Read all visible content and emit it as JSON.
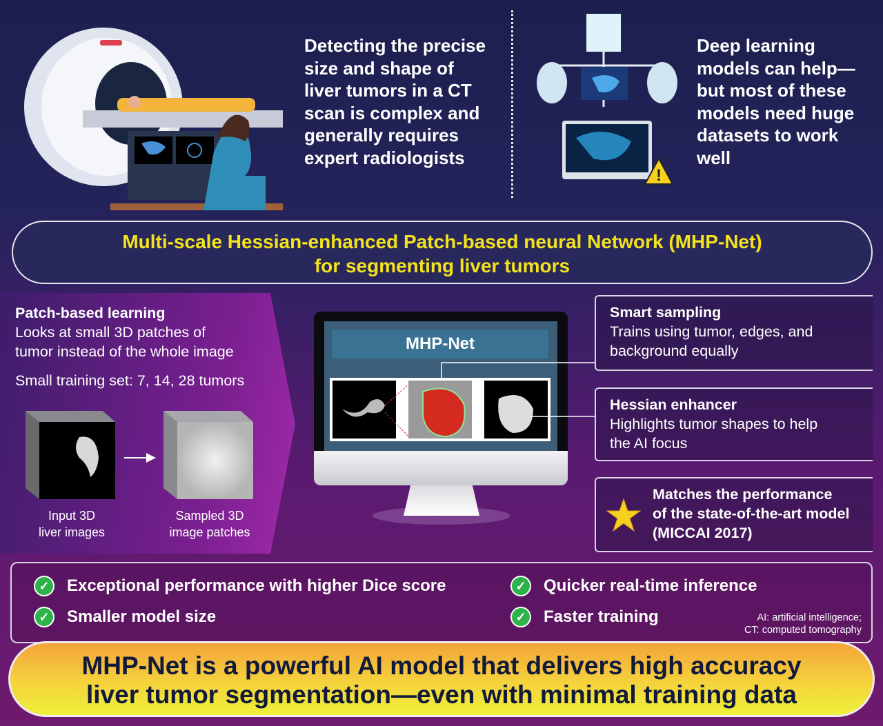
{
  "top_left": {
    "text": [
      "Detecting the precise",
      "size and shape of",
      "liver tumors in a CT",
      "scan is complex and",
      "generally requires",
      "expert radiologists"
    ]
  },
  "top_right": {
    "text": [
      "Deep learning",
      "models can help—",
      "but most of these",
      "models need huge",
      "datasets to work",
      "well"
    ]
  },
  "title": {
    "line1": "Multi-scale Hessian-enhanced Patch-based neural Network (MHP-Net)",
    "line2": "for segmenting liver tumors"
  },
  "patch": {
    "heading": "Patch-based learning",
    "desc1": "Looks at small 3D patches of",
    "desc2": "tumor instead of the whole image",
    "training": "Small training set: 7, 14, 28 tumors",
    "input_caption1": "Input 3D",
    "input_caption2": "liver images",
    "sampled_caption1": "Sampled 3D",
    "sampled_caption2": "image patches"
  },
  "monitor": {
    "label": "MHP-Net"
  },
  "features": [
    {
      "heading": "Smart sampling",
      "lines": [
        "Trains using tumor, edges, and",
        "background equally"
      ]
    },
    {
      "heading": "Hessian enhancer",
      "lines": [
        "Highlights tumor shapes to help",
        "the AI focus"
      ]
    },
    {
      "lines": [
        "Matches the performance",
        "of the state-of-the-art model",
        "(MICCAI 2017)"
      ]
    }
  ],
  "benefits": [
    "Exceptional performance with higher Dice score",
    "Smaller model size",
    "Quicker real-time inference",
    "Faster training"
  ],
  "abbreviations": [
    "AI: artificial intelligence;",
    "CT: computed tomography"
  ],
  "conclusion": {
    "line1": "MHP-Net is a powerful AI model that delivers high accuracy",
    "line2": "liver tumor segmentation—even with minimal training data"
  },
  "colors": {
    "title_yellow": "#f3e21d",
    "check_green": "#2eb34a",
    "conclusion_text": "#111a3a"
  }
}
